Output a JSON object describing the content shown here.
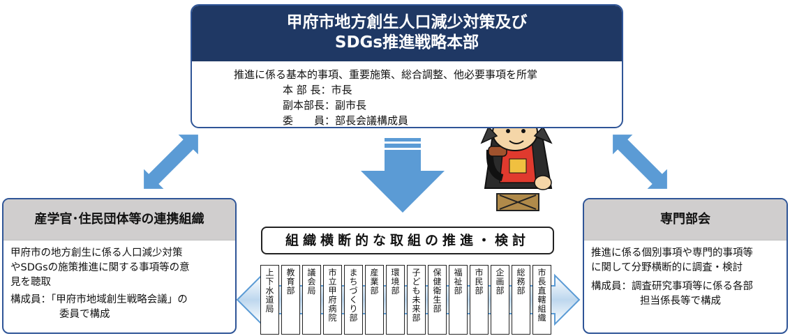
{
  "hq": {
    "title_line1": "甲府市地方創生人口減少対策及び",
    "title_line2": "SDGs推進戦略本部",
    "description": "推進に係る基本的事項、重要施策、総合調整、他必要事項を所掌",
    "members": [
      "本 部 長：市長",
      "副本部長：副市長",
      "委　　員：部長会議構成員"
    ]
  },
  "left_box": {
    "title": "産学官･住民団体等の連携組織",
    "body_lines": [
      "甲府市の地方創生に係る人口減少対策",
      "やSDGsの施策推進に関する事項等の意",
      "見を聴取"
    ],
    "members_line1": "構成員：「甲府市地域創生戦略会議」の",
    "members_line2": "委員で構成"
  },
  "right_box": {
    "title": "専門部会",
    "body_lines": [
      "推進に係る個別事項や専門的事項等",
      "に関して分野横断的に調査・検討"
    ],
    "members_line1": "構成員：調査研究事項等に係る各部",
    "members_line2": "担当係長等で構成"
  },
  "center": {
    "title": "組織横断的な取組の推進・検討",
    "departments": [
      "上下水道局",
      "教育部",
      "議会局",
      "市立甲府病院",
      "まちづくり部",
      "産業部",
      "環境部",
      "子ども未来部",
      "保健衛生部",
      "福祉部",
      "市民部",
      "企画部",
      "総務部",
      "市長直轄組織"
    ]
  },
  "colors": {
    "navy": "#1f3864",
    "border_blue": "#2f5597",
    "arrow_blue": "#5b9bd5",
    "header_gray": "#d0cece"
  },
  "icons": [
    "mascot-illustration",
    "double-arrow-left",
    "double-arrow-right",
    "down-arrow",
    "horizontal-double-arrow"
  ]
}
